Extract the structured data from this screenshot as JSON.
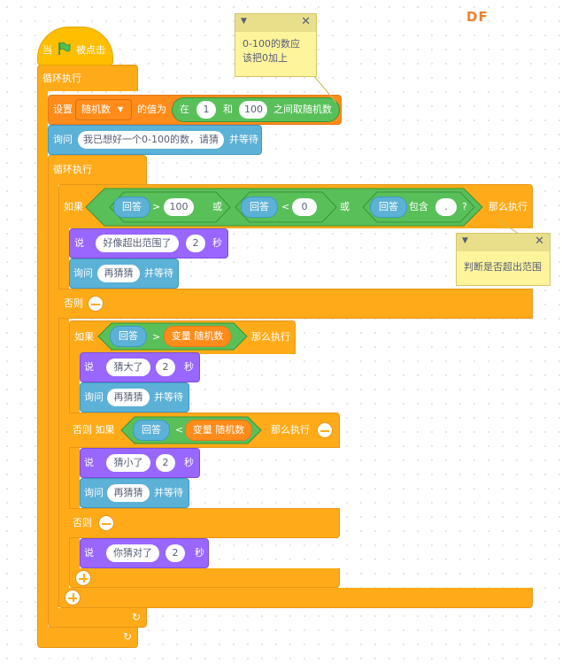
{
  "watermark": "DF",
  "colors": {
    "control": "#ffab19",
    "event": "#ffbf00",
    "sensing": "#5cb1d6",
    "operator": "#59c059",
    "looks": "#9966ff",
    "variable": "#ff8c1a",
    "note": "#fef49c"
  },
  "hat": {
    "when": "当",
    "clicked": "被点击",
    "flag_icon": "green-flag-icon"
  },
  "forever1": {
    "label": "循环执行"
  },
  "set_block": {
    "set": "设置",
    "var_name": "随机数",
    "value_of": "的值为",
    "in": "在",
    "from": "1",
    "and": "和",
    "to": "100",
    "pick_random": "之间取随机数"
  },
  "ask1": {
    "ask": "询问",
    "question": "我已想好一个0-100的数，请猜",
    "and_wait": "并等待"
  },
  "forever2": {
    "label": "循环执行"
  },
  "if1": {
    "if": "如果",
    "then": "那么执行",
    "answer": "回答",
    "gt": ">",
    "val100": "100",
    "or1": "或",
    "lt": "<",
    "val0": "0",
    "or2": "或",
    "contains": "包含",
    "dot": ".",
    "q": "?"
  },
  "say1": {
    "say": "说",
    "text": "好像超出范围了",
    "secs_val": "2",
    "secs": "秒"
  },
  "ask2": {
    "ask": "询问",
    "text": "再猜猜",
    "and_wait": "并等待"
  },
  "else1": {
    "label": "否则"
  },
  "if2": {
    "if": "如果",
    "answer": "回答",
    "gt": ">",
    "variable": "变量",
    "var_name": "随机数",
    "then": "那么执行"
  },
  "say2": {
    "say": "说",
    "text": "猜大了",
    "secs_val": "2",
    "secs": "秒"
  },
  "ask3": {
    "ask": "询问",
    "text": "再猜猜",
    "and_wait": "并等待"
  },
  "elseif": {
    "label": "否则 如果",
    "answer": "回答",
    "lt": "<",
    "variable": "变量",
    "var_name": "随机数",
    "then": "那么执行"
  },
  "say3": {
    "say": "说",
    "text": "猜小了",
    "secs_val": "2",
    "secs": "秒"
  },
  "ask4": {
    "ask": "询问",
    "text": "再猜猜",
    "and_wait": "并等待"
  },
  "else2": {
    "label": "否则"
  },
  "say4": {
    "say": "说",
    "text": "你猜对了",
    "secs_val": "2",
    "secs": "秒"
  },
  "note1": {
    "text": "0-100的数应该把0加上"
  },
  "note2": {
    "text": "判断是否超出范围"
  }
}
